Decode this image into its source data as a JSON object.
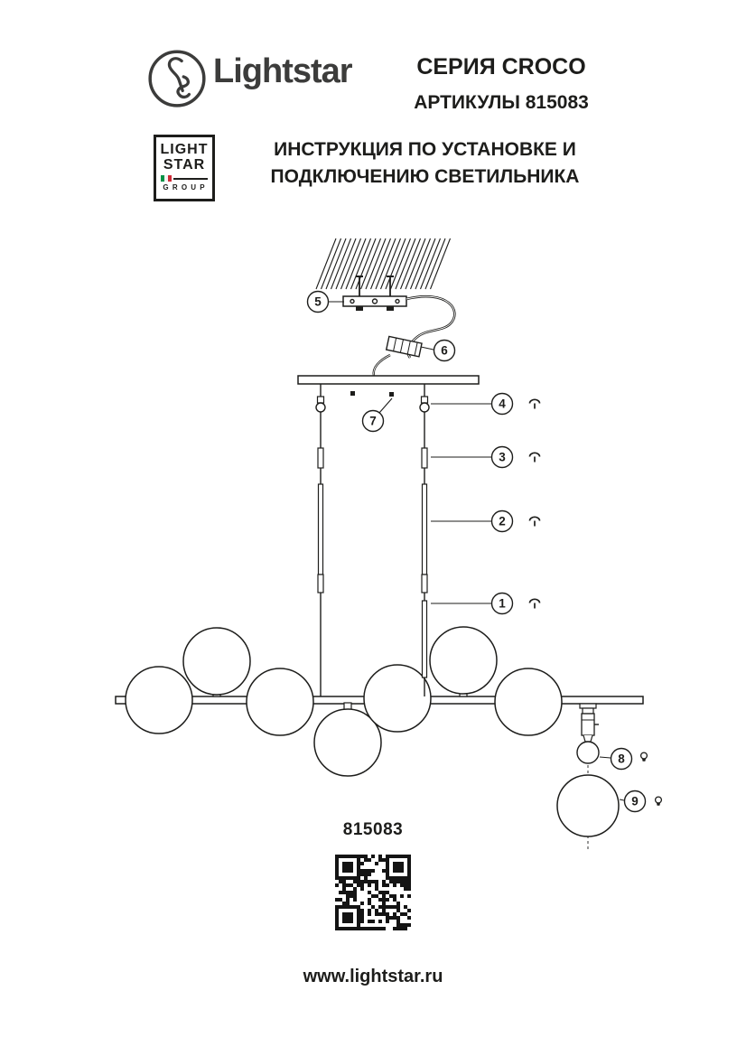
{
  "header": {
    "brand": "Lightstar",
    "series_title": "СЕРИЯ CROCO",
    "articles_line": "АРТИКУЛЫ 815083",
    "instruction_line1": "ИНСТРУКЦИЯ ПО УСТАНОВКЕ И",
    "instruction_line2": "ПОДКЛЮЧЕНИЮ СВЕТИЛЬНИКА",
    "group_logo": {
      "line1": "LIGHT",
      "line2": "STAR",
      "line3": "G R O U P"
    }
  },
  "diagram": {
    "callouts": {
      "c1": "1",
      "c2": "2",
      "c3": "3",
      "c4": "4",
      "c5": "5",
      "c6": "6",
      "c7": "7",
      "c8": "8",
      "c9": "9"
    },
    "icons": {
      "brand": "lightstar-logo",
      "fastener": "screw-pin-icon",
      "lamp": "bulb-icon",
      "qr": "qr-code",
      "flag": "italy-flag-icon"
    }
  },
  "footer": {
    "article_number": "815083",
    "website": "www.lightstar.ru"
  },
  "colors": {
    "ink": "#1d1d1b",
    "paper": "#ffffff",
    "flag_green": "#009246",
    "flag_red": "#ce2b37"
  }
}
